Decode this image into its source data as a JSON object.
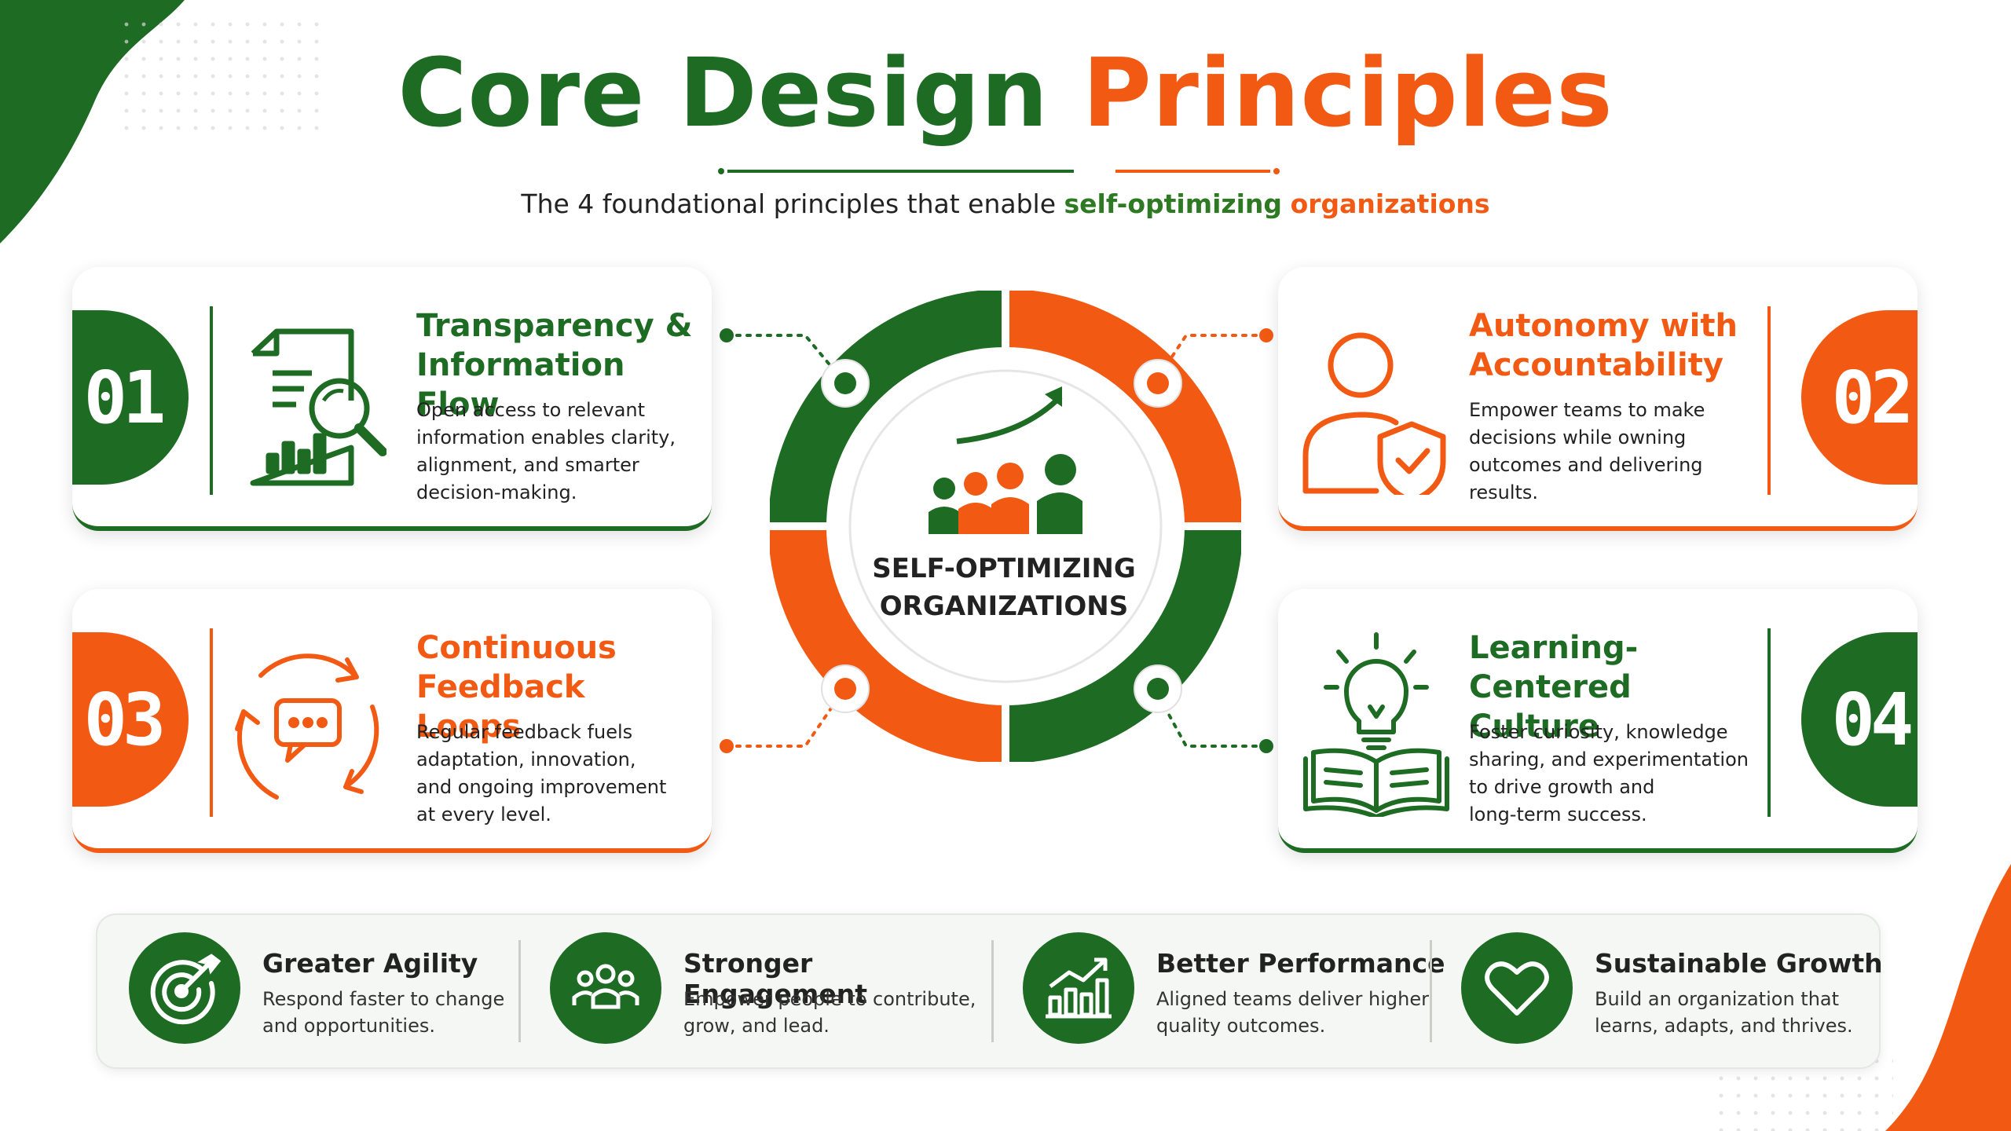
{
  "title": {
    "part1": "Core Design",
    "part2": "Principles"
  },
  "subtitle": {
    "prefix": "The 4 foundational principles that enable",
    "green": "self-optimizing",
    "orange": "organizations"
  },
  "center": {
    "line1": "SELF-OPTIMIZING",
    "line2": "ORGANIZATIONS"
  },
  "principles": [
    {
      "number": "01",
      "title_line1": "Transparency &",
      "title_line2": "Information Flow",
      "desc": [
        "Open access to relevant",
        "information enables clarity,",
        "alignment, and smarter",
        "decision-making."
      ],
      "icon": "document-search-icon",
      "color": "#1e6b24"
    },
    {
      "number": "02",
      "title_line1": "Autonomy with",
      "title_line2": "Accountability",
      "desc": [
        "Empower teams to make",
        "decisions while owning",
        "outcomes and delivering",
        "results."
      ],
      "icon": "user-shield-icon",
      "color": "#f25a14"
    },
    {
      "number": "03",
      "title_line1": "Continuous",
      "title_line2": "Feedback Loops",
      "desc": [
        "Regular feedback fuels",
        "adaptation, innovation,",
        "and ongoing improvement",
        "at every level."
      ],
      "icon": "feedback-cycle-icon",
      "color": "#f25a14"
    },
    {
      "number": "04",
      "title_line1": "Learning-Centered",
      "title_line2": "Culture",
      "desc": [
        "Foster curiosity, knowledge",
        "sharing, and experimentation",
        "to drive growth and",
        "long-term success."
      ],
      "icon": "lightbulb-book-icon",
      "color": "#1e6b24"
    }
  ],
  "benefits": [
    {
      "title": "Greater Agility",
      "desc": [
        "Respond faster to change",
        "and opportunities."
      ],
      "icon": "target-icon"
    },
    {
      "title": "Stronger Engagement",
      "desc": [
        "Empower people to contribute,",
        "grow, and lead."
      ],
      "icon": "people-icon"
    },
    {
      "title": "Better Performance",
      "desc": [
        "Aligned teams deliver higher",
        "quality outcomes."
      ],
      "icon": "growth-chart-icon"
    },
    {
      "title": "Sustainable Growth",
      "desc": [
        "Build an organization that",
        "learns, adapts, and thrives."
      ],
      "icon": "heart-icon"
    }
  ],
  "colors": {
    "green": "#1e6b24",
    "orange": "#f25a14"
  }
}
